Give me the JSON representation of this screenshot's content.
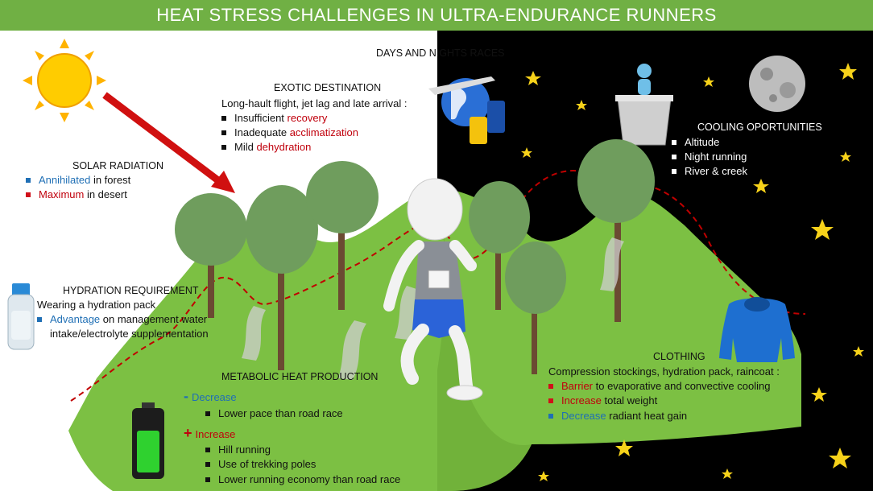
{
  "title": "HEAT STRESS CHALLENGES IN ULTRA-ENDURANCE RUNNERS",
  "days_nights": "DAYS AND NIGHTS RACES",
  "exotic": {
    "heading": "EXOTIC DESTINATION",
    "intro": "Long-hault flight, jet lag and late arrival :",
    "items": [
      {
        "pre": "Insufficient ",
        "em": "recovery"
      },
      {
        "pre": "Inadequate ",
        "em": "acclimatization"
      },
      {
        "pre": "Mild ",
        "em": "dehydration"
      }
    ]
  },
  "solar": {
    "heading": "SOLAR RADIATION",
    "items": [
      {
        "em": "Annihilated",
        "post": " in forest"
      },
      {
        "em": "Maximum",
        "post": " in desert"
      }
    ]
  },
  "hydration": {
    "heading": "HYDRATION REQUIREMENT",
    "intro": "Wearing a hydration pack",
    "em": "Advantage",
    "line1": " on management water",
    "line2": "intake/electrolyte supplementation"
  },
  "metabolic": {
    "heading": "METABOLIC HEAT PRODUCTION",
    "decrease_sign": "-",
    "decrease_label": "Decrease",
    "decrease_items": [
      "Lower pace than road race"
    ],
    "increase_sign": "+",
    "increase_label": "Increase",
    "increase_items": [
      "Hill running",
      "Use of trekking poles",
      "Lower running economy than road race"
    ]
  },
  "cooling": {
    "heading": "COOLING OPORTUNITIES",
    "items": [
      "Altitude",
      "Night running",
      "River & creek"
    ]
  },
  "clothing": {
    "heading": "CLOTHING",
    "intro": "Compression stockings, hydration pack, raincoat :",
    "items": [
      {
        "em": "Barrier",
        "post": " to evaporative and convective cooling",
        "color": "#c0000c"
      },
      {
        "em": "Increase",
        "post": " total weight",
        "color": "#c0000c"
      },
      {
        "em": "Decrease",
        "post": " radiant heat gain",
        "color": "#1f6fb5"
      }
    ]
  },
  "colors": {
    "banner": "#70b044",
    "hill": "#7cc043",
    "accent_red": "#c0000c",
    "accent_blue": "#1f6fb5"
  },
  "icons": [
    "sun-icon",
    "arrow-icon",
    "globe-travel-icon",
    "moon-icon",
    "ice-bucket-figure-icon",
    "water-bottle-icon",
    "battery-icon",
    "hoodie-icon",
    "star-icon",
    "tree-icon",
    "runner-figure"
  ]
}
